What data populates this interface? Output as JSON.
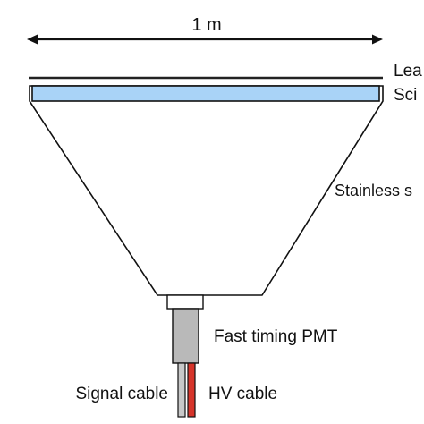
{
  "diagram": {
    "dimension_label": "1 m",
    "labels": {
      "lead": "Lea",
      "scintillator": "Sci",
      "stainless": "Stainless s",
      "pmt": "Fast timing PMT",
      "signal_cable": "Signal cable",
      "hv_cable": "HV cable"
    },
    "colors": {
      "scintillator_fill": "#a9d3f7",
      "outline": "#111111",
      "pmt_fill": "#b9b9b9",
      "signal_cable_fill": "#c8c8c8",
      "hv_cable_fill": "#d6342a"
    }
  }
}
